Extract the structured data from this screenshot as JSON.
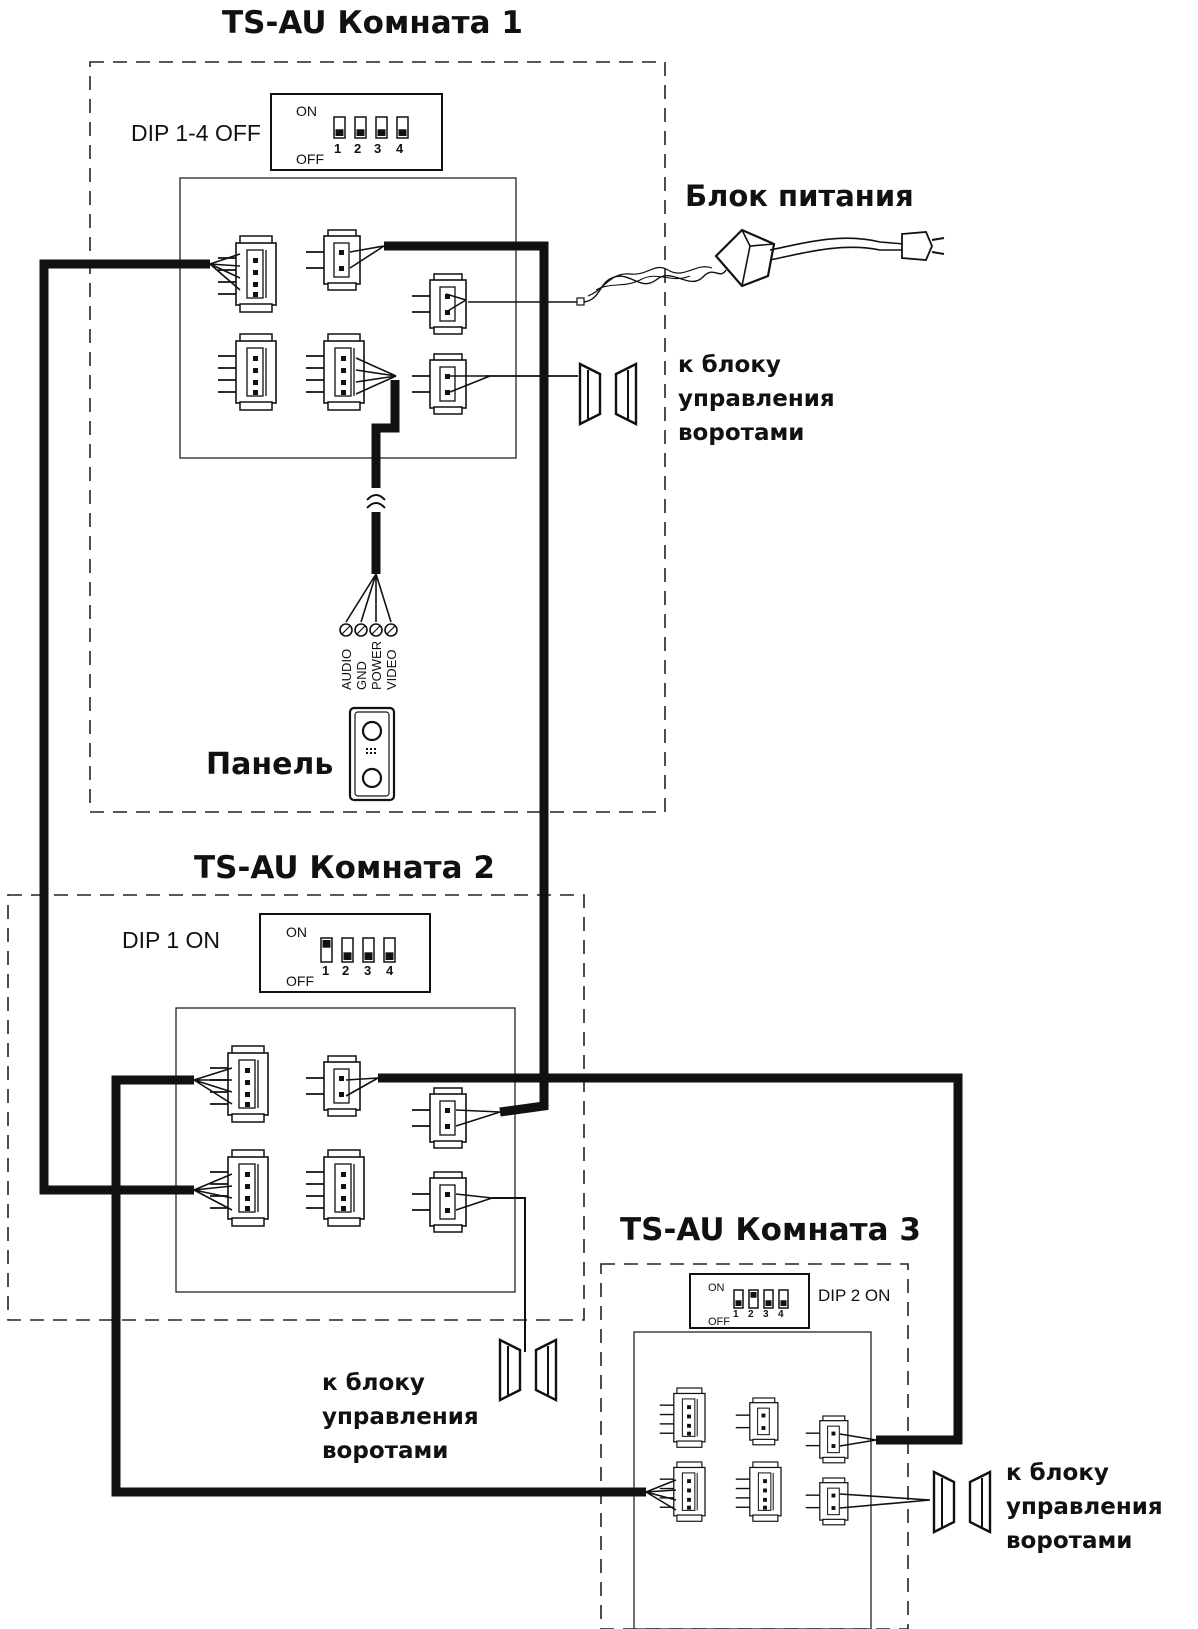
{
  "rooms": [
    {
      "title": "TS-AU Комната 1",
      "dip_label": "DIP 1-4 OFF",
      "dip_on": [
        false,
        false,
        false,
        false
      ]
    },
    {
      "title": "TS-AU Комната 2",
      "dip_label": "DIP 1 ON",
      "dip_on": [
        true,
        false,
        false,
        false
      ]
    },
    {
      "title": "TS-AU Комната 3",
      "dip_label": "DIP 2 ON",
      "dip_on": [
        false,
        true,
        false,
        false
      ]
    }
  ],
  "dip_switch": {
    "on_label": "ON",
    "off_label": "OFF",
    "numbers": [
      "1",
      "2",
      "3",
      "4"
    ]
  },
  "power_supply": {
    "label": "Блок питания",
    "icon": "power-adapter-icon"
  },
  "gate_label": {
    "line1": "к блоку",
    "line2": "управления",
    "line3": "воротами",
    "icon": "gate-icon"
  },
  "panel": {
    "label": "Панель",
    "icon": "door-panel-icon",
    "terminals": [
      "AUDIO",
      "GND",
      "POWER",
      "VIDEO"
    ]
  }
}
